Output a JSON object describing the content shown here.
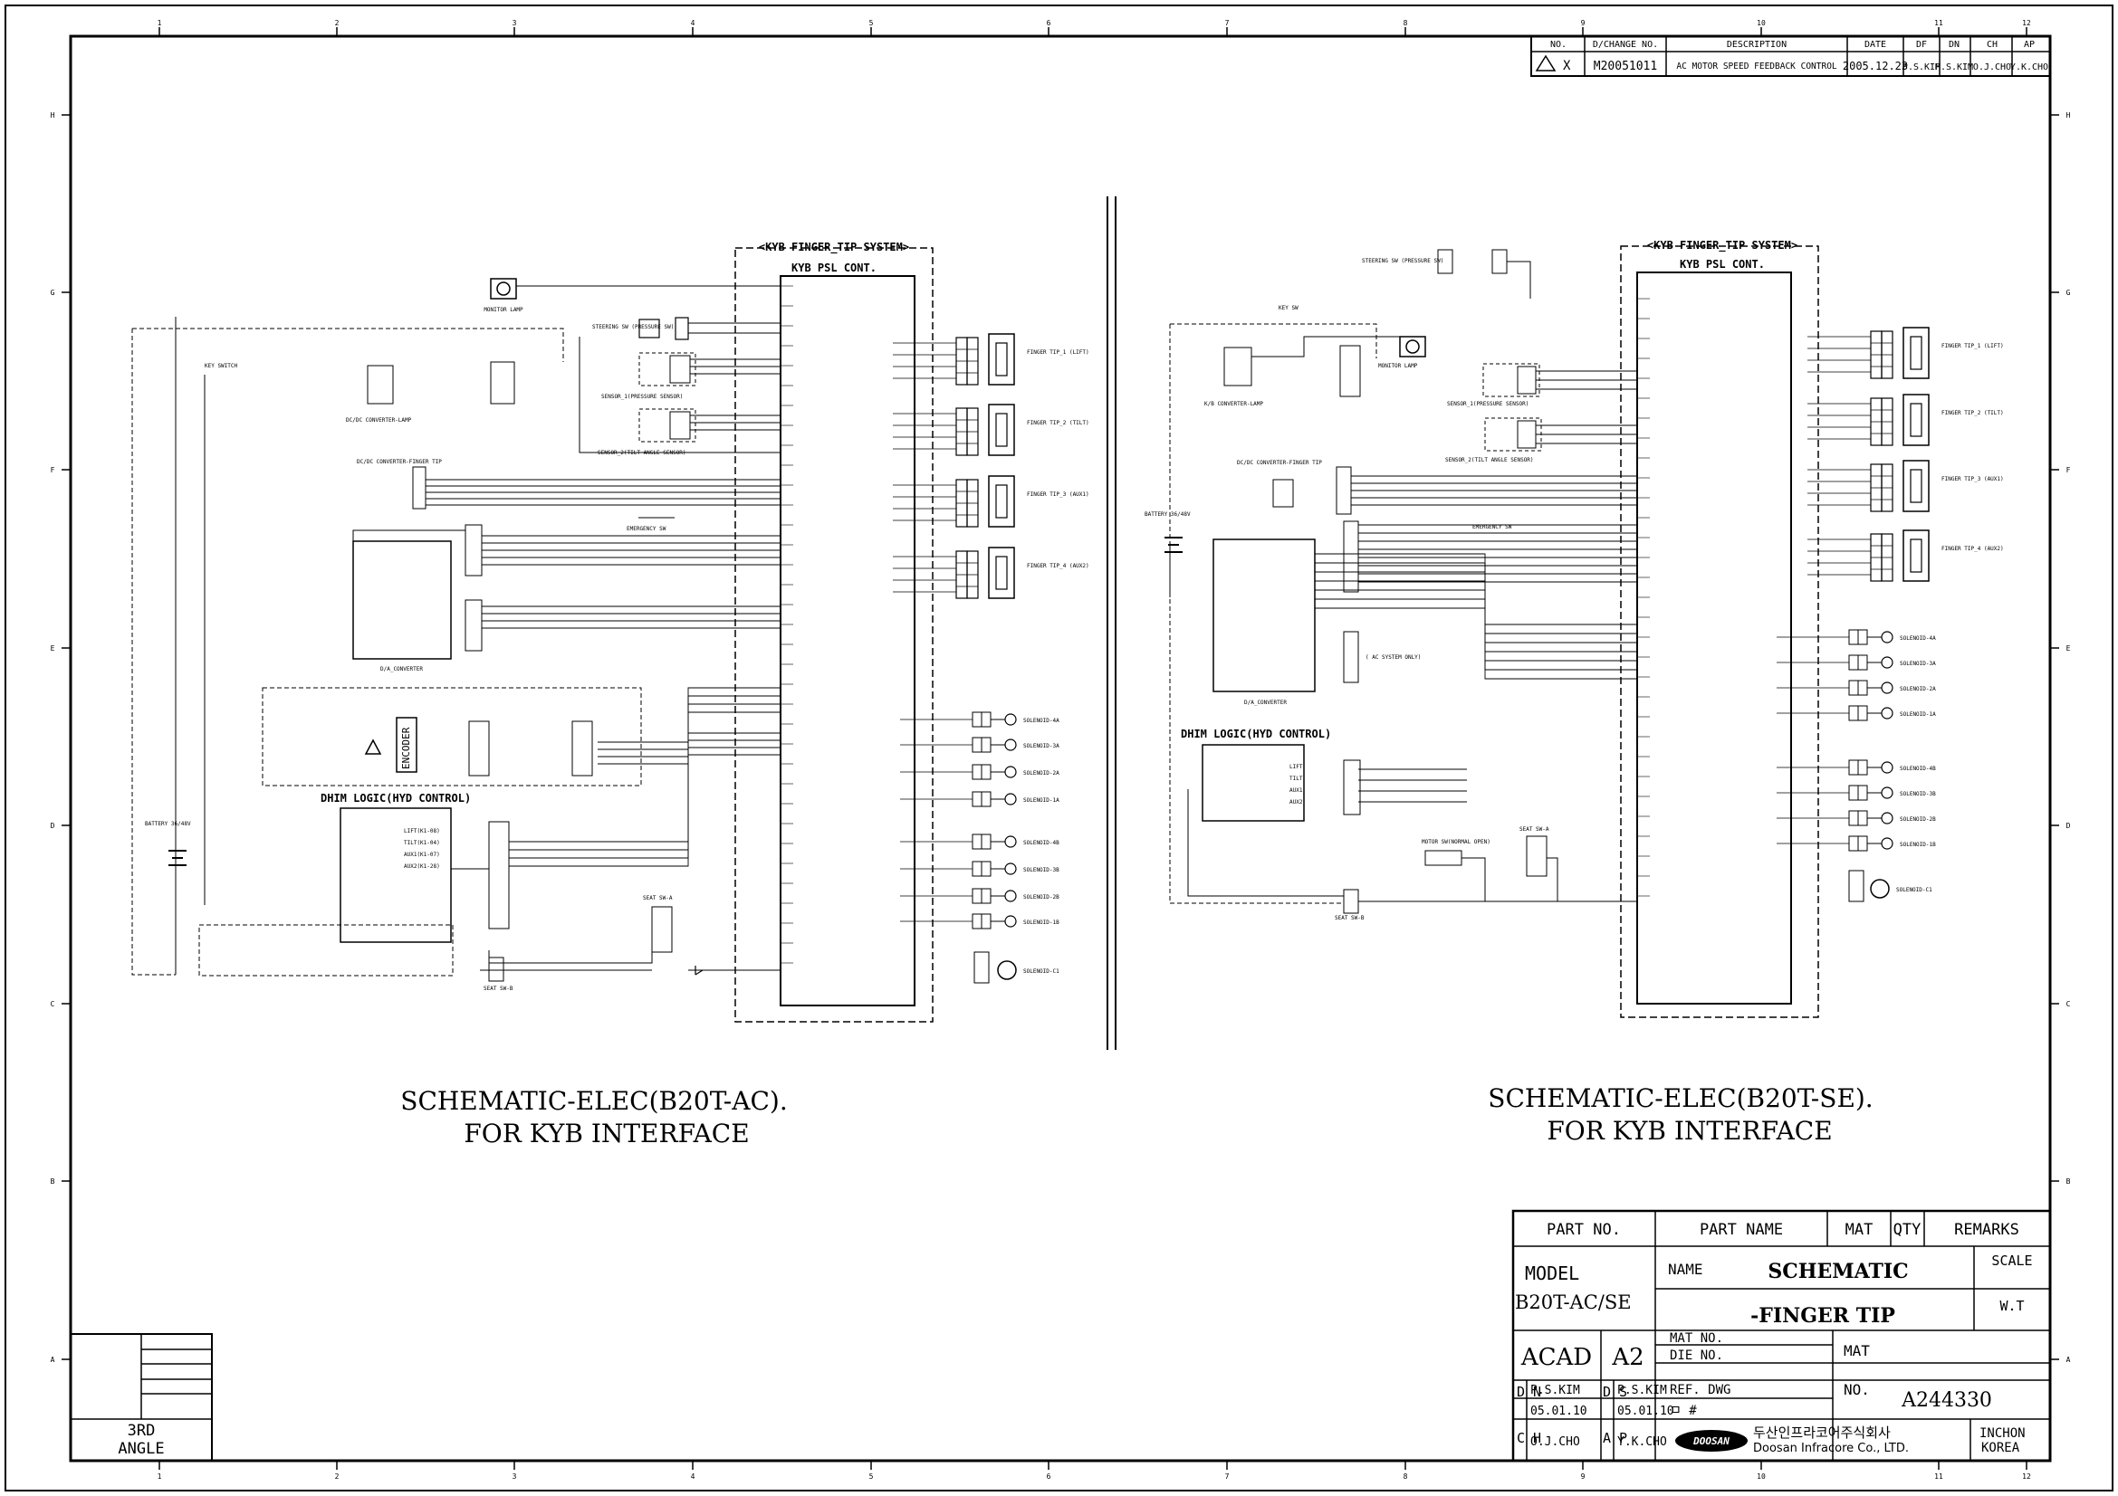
{
  "revision": {
    "headers": [
      "NO.",
      "D/CHANGE NO.",
      "DESCRIPTION",
      "DATE",
      "DF",
      "DN",
      "CH",
      "AP"
    ],
    "row": {
      "no": "X",
      "change_no": "M20051011",
      "description": "AC MOTOR SPEED FEEDBACK CONTROL",
      "date": "2005.12.23",
      "df": "P.S.KIM",
      "dn": "P.S.KIM",
      "ch": "O.J.CHO",
      "ap": "Y.K.CHO"
    }
  },
  "left": {
    "system_label": "<KYB FINGER_TIP SYSTEM>",
    "controller_label": "KYB PSL CONT.",
    "title_line1": "SCHEMATIC-ELEC(B20T-AC).",
    "title_line2": "FOR KYB INTERFACE",
    "labels": {
      "monitor_lamp": "MONITOR LAMP",
      "key_switch": "KEY SWITCH",
      "dcdc_lamp": "DC/DC CONVERTER-LAMP",
      "dcdc_finger": "DC/DC CONVERTER-FINGER TIP",
      "steering_sw": "STEERING SW (PRESSURE SW)",
      "sensor1": "SENSOR_1(PRESSURE SENSOR)",
      "sensor2": "SENSOR_2(TILT ANGLE SENSOR)",
      "emergency_sw": "EMERGENCY SW",
      "da_converter": "D/A_CONVERTER",
      "encoder": "ENCODER",
      "dhim_logic": "DHIM LOGIC(HYD CONTROL)",
      "battery": "BATTERY 36/48V",
      "seat_sw_a": "SEAT SW-A",
      "seat_sw_b": "SEAT SW-B"
    },
    "finger_tips": [
      "FINGER TIP_1 (LIFT)",
      "FINGER TIP_2 (TILT)",
      "FINGER TIP_3 (AUX1)",
      "FINGER TIP_4 (AUX2)"
    ],
    "solenoids_a": [
      "SOLENOID-4A",
      "SOLENOID-3A",
      "SOLENOID-2A",
      "SOLENOID-1A"
    ],
    "solenoids_b": [
      "SOLENOID-4B",
      "SOLENOID-3B",
      "SOLENOID-2B",
      "SOLENOID-1B"
    ],
    "solenoid_c": "SOLENOID-C1",
    "dhim_pins": [
      "LIFT(K1-08)",
      "TILT(K1-04)",
      "AUX1(K1-07)",
      "AUX2(K1-28)"
    ]
  },
  "right": {
    "system_label": "<KYB FINGER_TIP SYSTEM>",
    "controller_label": "KYB PSL CONT.",
    "title_line1": "SCHEMATIC-ELEC(B20T-SE).",
    "title_line2": "FOR KYB INTERFACE",
    "labels": {
      "monitor_lamp": "MONITOR LAMP",
      "key_sw": "KEY SW",
      "dcdc_lamp": "K/B CONVERTER-LAMP",
      "dcdc_finger": "DC/DC CONVERTER-FINGER TIP",
      "steering_sw": "STEERING SW (PRESSURE SW)",
      "sensor1": "SENSOR_1(PRESSURE SENSOR)",
      "sensor2": "SENSOR_2(TILT ANGLE SENSOR)",
      "emergency_sw": "EMERGENCY SW",
      "da_converter": "D/A_CONVERTER",
      "ac_system": "( AC SYSTEM ONLY)",
      "dhim_logic": "DHIM LOGIC(HYD CONTROL)",
      "battery": "BATTERY 36/48V",
      "seat_sw_a": "SEAT SW-A",
      "seat_sw_b": "SEAT SW-B",
      "motor_sensor": "MOTOR SW(NORMAL OPEN)"
    },
    "finger_tips": [
      "FINGER TIP_1 (LIFT)",
      "FINGER TIP_2 (TILT)",
      "FINGER TIP_3 (AUX1)",
      "FINGER TIP_4 (AUX2)"
    ],
    "solenoids_a": [
      "SOLENOID-4A",
      "SOLENOID-3A",
      "SOLENOID-2A",
      "SOLENOID-1A"
    ],
    "solenoids_b": [
      "SOLENOID-4B",
      "SOLENOID-3B",
      "SOLENOID-2B",
      "SOLENOID-1B"
    ],
    "solenoid_c": "SOLENOID-C1",
    "dhim_pins": [
      "LIFT",
      "TILT",
      "AUX1",
      "AUX2"
    ]
  },
  "title_block": {
    "part_no_label": "PART NO.",
    "part_name_label": "PART NAME",
    "mat_label": "MAT",
    "qty_label": "QTY",
    "remarks_label": "REMARKS",
    "model_label": "MODEL",
    "model_value": "B20T-AC/SE",
    "name_label": "NAME",
    "name_line1": "SCHEMATIC",
    "name_line2": "-FINGER TIP",
    "scale_label": "SCALE",
    "scale_value": "W.T",
    "acad": "ACAD",
    "sheet_size": "A2",
    "mat_no": "MAT NO.",
    "die_no": "DIE NO.",
    "ref_dwg": "REF. DWG",
    "hash": "ㅁ #",
    "mat2": "MAT",
    "no_label": "NO.",
    "drawing_no": "A244330",
    "dn_label": "D N",
    "dn_name": "P.S.KIM",
    "dn_date": "05.01.10",
    "ds_label": "D S",
    "ds_name": "P.S.KIM",
    "ds_date": "05.01.10",
    "ch_label": "C H",
    "ch_name": "O.J.CHO",
    "ap_label": "A P",
    "ap_name": "Y.K.CHO",
    "company_kr": "두산인프라코어주식회사",
    "company_en": "Doosan Infracore Co., LTD.",
    "logo_text": "DOOSAN",
    "city": "INCHON",
    "country": "KOREA"
  },
  "projection": {
    "line1": "3RD",
    "line2": "ANGLE"
  },
  "border_numbers": {
    "top": [
      "1",
      "2",
      "3",
      "4",
      "5",
      "6",
      "7",
      "8",
      "9",
      "10",
      "11",
      "12"
    ],
    "side": [
      "H",
      "G",
      "F",
      "E",
      "D",
      "C",
      "B",
      "A"
    ]
  }
}
